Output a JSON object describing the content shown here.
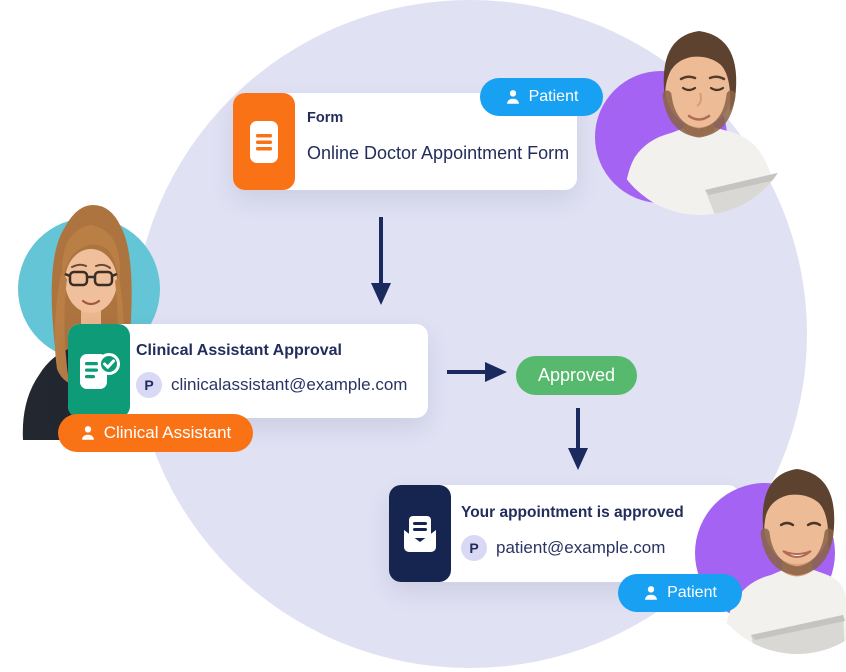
{
  "illustration": {
    "form_card": {
      "label": "Form",
      "title": "Online Doctor Appointment Form",
      "icon": "document-icon"
    },
    "approval_card": {
      "title": "Clinical Assistant Approval",
      "avatar_initial": "P",
      "email": "clinicalassistant@example.com",
      "icon": "document-check-icon"
    },
    "result_card": {
      "title": "Your appointment is approved",
      "avatar_initial": "P",
      "email": "patient@example.com",
      "icon": "envelope-letter-icon"
    },
    "approved_label": "Approved",
    "badges": {
      "patient_top": {
        "label": "Patient",
        "icon": "person-icon"
      },
      "clinical_assistant": {
        "label": "Clinical Assistant",
        "icon": "person-icon"
      },
      "patient_bottom": {
        "label": "Patient",
        "icon": "person-icon"
      }
    },
    "colors": {
      "accent_orange": "#f97316",
      "accent_green": "#0e9c78",
      "accent_navy": "#16254f",
      "accent_blue": "#18a0f2",
      "approved_green": "#57b96d",
      "background_circle": "#e0e1f3",
      "photo_circle_teal": "#64c5d6",
      "photo_circle_purple": "#a463f2",
      "arrow_navy": "#1b2a5e"
    }
  }
}
